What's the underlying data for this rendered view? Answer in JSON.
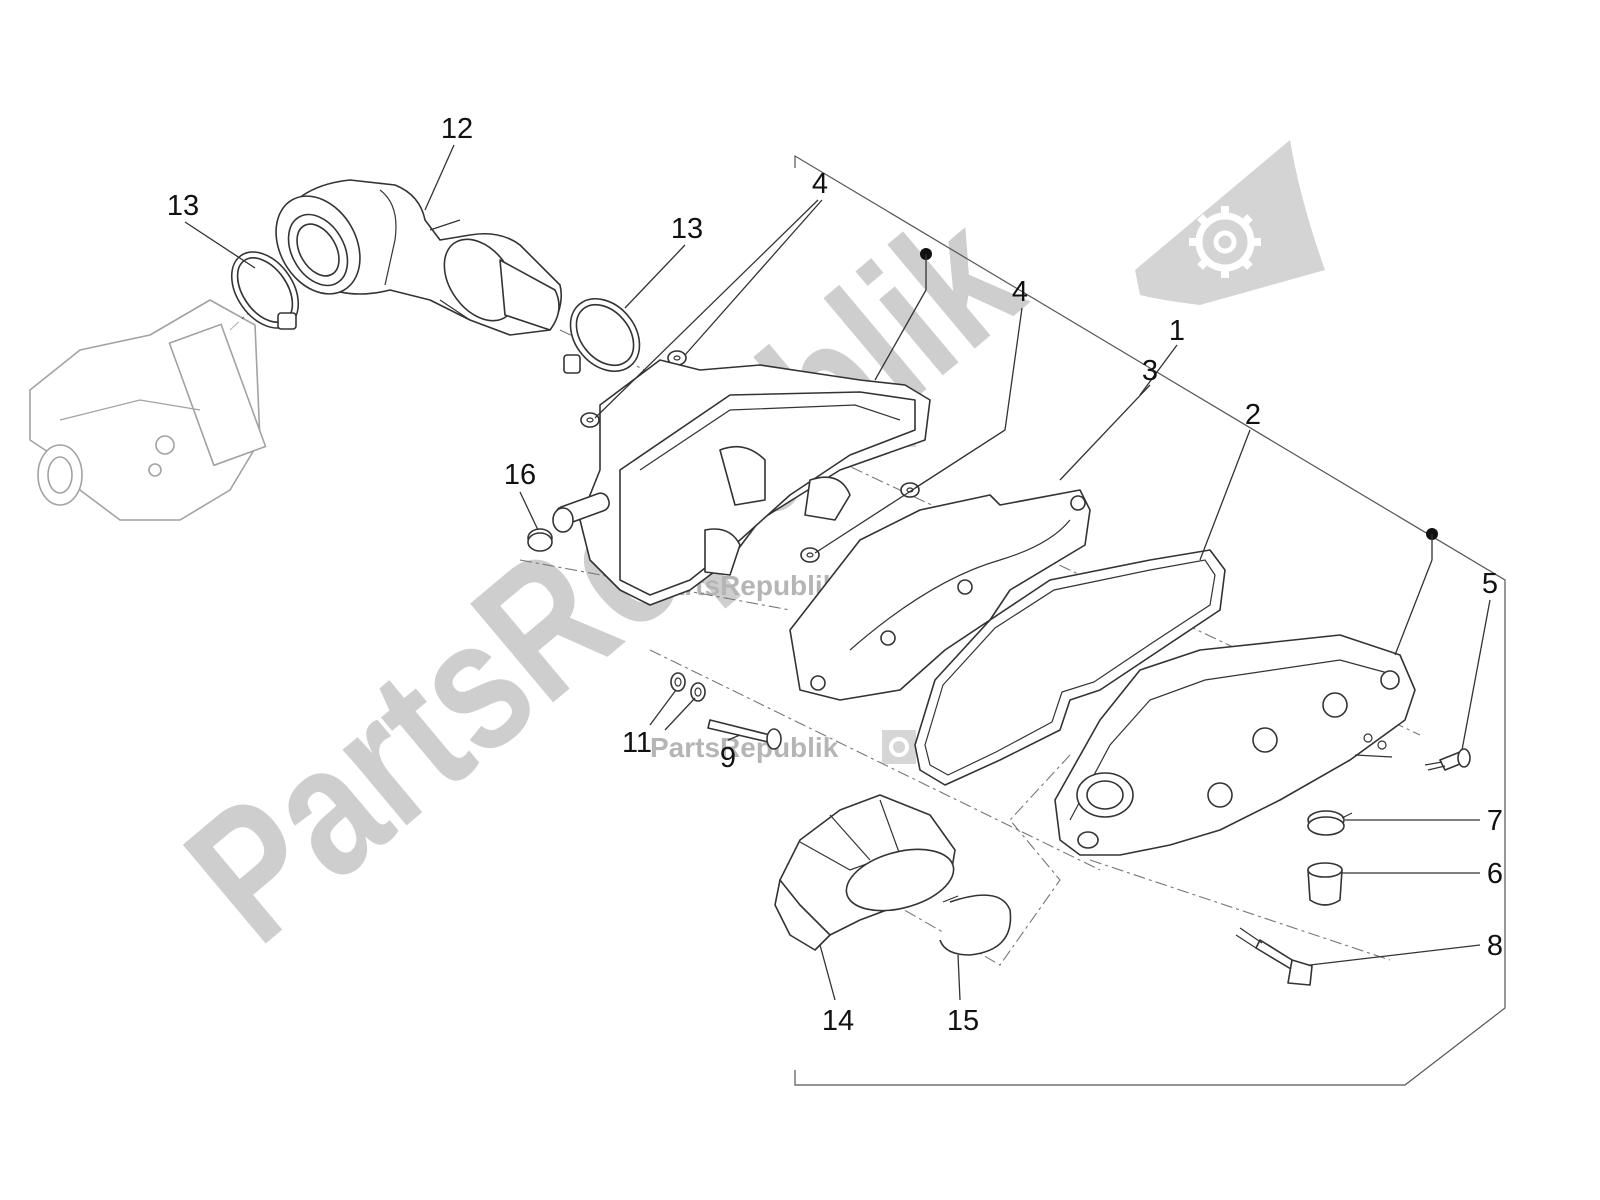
{
  "diagram": {
    "callouts": {
      "n1": "1",
      "n2": "2",
      "n3": "3",
      "n4a": "4",
      "n4b": "4",
      "n5": "5",
      "n6": "6",
      "n7": "7",
      "n8": "8",
      "n9": "9",
      "n11": "11",
      "n12": "12",
      "n13a": "13",
      "n13b": "13",
      "n14": "14",
      "n15": "15",
      "n16": "16"
    },
    "watermark": {
      "large": "PartsRepublik",
      "small": "PartsRepublik"
    },
    "colors": {
      "watermark": "#c8c8c8",
      "line": "#333333",
      "label": "#111111"
    },
    "icons": [
      "gear-icon",
      "flag-icon",
      "bullet-dot-icon"
    ]
  }
}
